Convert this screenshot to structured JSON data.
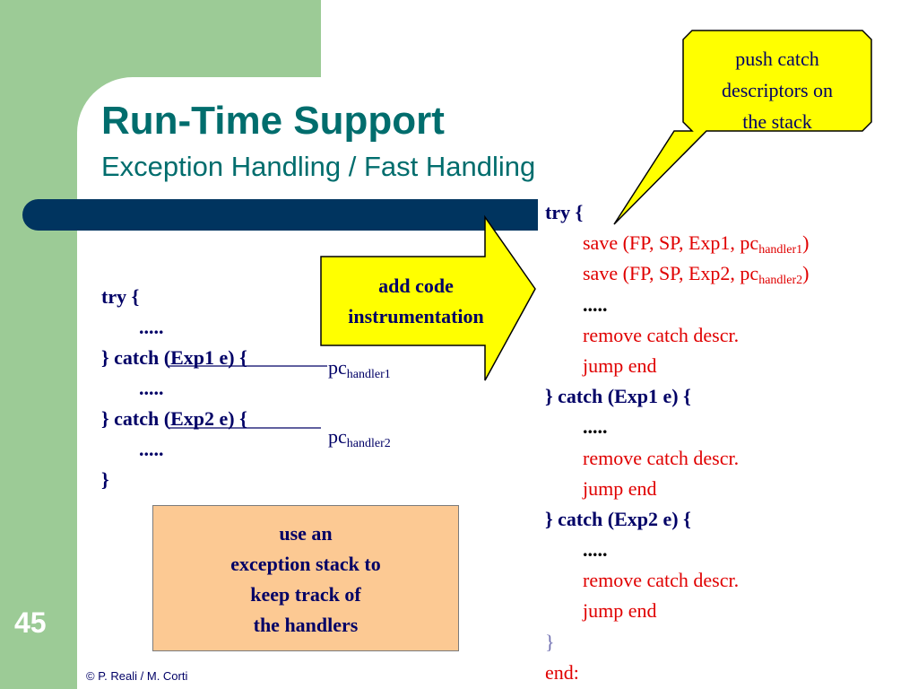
{
  "slide": {
    "title": "Run-Time Support",
    "subtitle": "Exception Handling / Fast Handling",
    "page_number": "45",
    "footer": "© P. Reali / M. Corti"
  },
  "callout": {
    "lines": [
      "push catch",
      "descriptors on",
      "the stack"
    ]
  },
  "arrow": {
    "lines": [
      "add code",
      "instrumentation"
    ]
  },
  "note_box": {
    "lines": [
      "use an",
      "exception stack to",
      "keep track of",
      "the handlers"
    ]
  },
  "left_code": [
    "try {",
    ".....",
    "} catch (Exp1 e) {",
    ".....",
    "} catch (Exp2 e) {",
    ".....",
    "}"
  ],
  "pc_labels": {
    "pc": "pc",
    "handler1": "handler1",
    "handler2": "handler2"
  },
  "right_code": {
    "try_open": "try {",
    "save1_prefix": "save (FP, SP, Exp1, pc",
    "save2_prefix": "save (FP, SP, Exp2, pc",
    "close_paren": ")",
    "dots": ".....",
    "remove": "remove catch descr.",
    "jump": "jump end",
    "catch1_prefix": "} catch (",
    "catch1_type": "Exp1 e",
    "catch_suffix": ") {",
    "catch2_type": "Exp2 e",
    "close": "}",
    "end": "end:"
  },
  "colors": {
    "green_background": "#9ccb96",
    "title_teal": "#006d6d",
    "navy_bar": "#00345f",
    "code_navy": "#000066",
    "code_red": "#e00000",
    "code_purple": "#7373b3",
    "callout_yellow": "#ffff00",
    "note_orange": "#fcc993"
  }
}
